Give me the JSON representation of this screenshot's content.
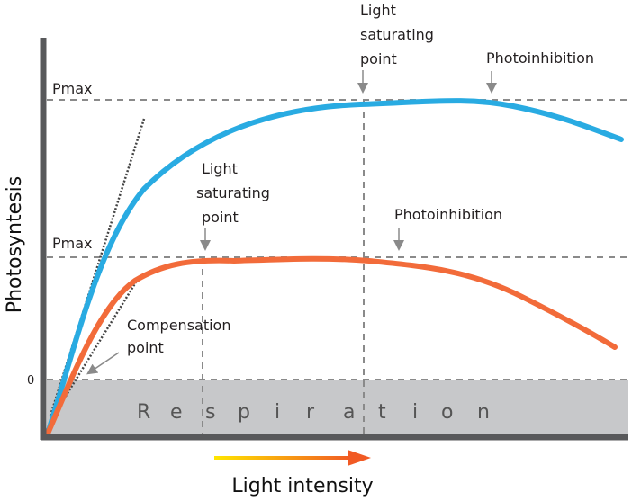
{
  "y_axis_label": "Photosyntesis",
  "x_axis_label": "Light intensity",
  "zero_label": "0",
  "respiration_letters": [
    "R",
    "e",
    "s",
    "p",
    "i",
    "r",
    "a",
    "t",
    "i",
    "o",
    "n"
  ],
  "upper_curve": {
    "color": "#29abe2",
    "pmax_label": "Pmax",
    "saturation_label_lines": [
      "Light",
      "saturating",
      "point"
    ],
    "photoinhibition_label": "Photoinhibition"
  },
  "lower_curve": {
    "color": "#f26b3a",
    "pmax_label": "Pmax",
    "saturation_label_lines": [
      "Light",
      "saturating",
      "point"
    ],
    "photoinhibition_label": "Photoinhibition"
  },
  "compensation_label_lines": [
    "Compensation",
    "point"
  ],
  "colors": {
    "axis": "#58595b",
    "respiration_band": "#c7c8ca",
    "dashed": "#8a8a8a",
    "arrow_gradient_start": "#ffe600",
    "arrow_gradient_end": "#f15a24"
  }
}
